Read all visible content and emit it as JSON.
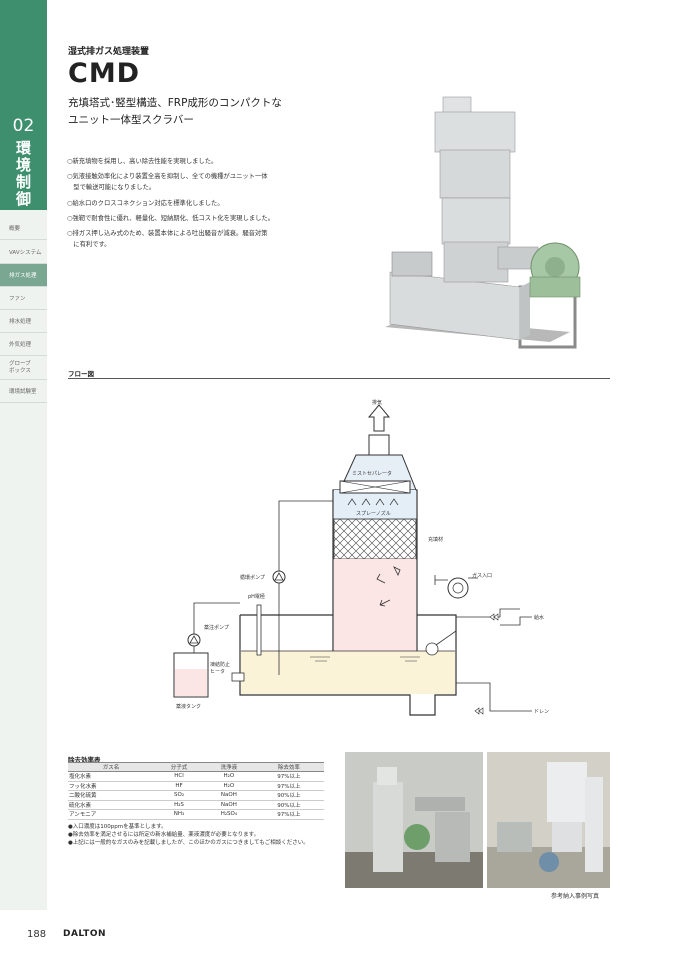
{
  "sidebar": {
    "number": "02",
    "title": [
      "環",
      "境",
      "制",
      "御"
    ],
    "items": [
      {
        "label": "概要"
      },
      {
        "label": "VAVシステム"
      },
      {
        "label": "排ガス処理"
      },
      {
        "label": "ファン"
      },
      {
        "label": "排水処理"
      },
      {
        "label": "外気処理"
      },
      {
        "label": "グローブ"
      },
      {
        "label": "ボックス"
      },
      {
        "label": "環境試験室"
      }
    ]
  },
  "header": {
    "subtitle": "湿式排ガス処理装置",
    "model": "CMD",
    "tagline_1": "充填塔式･竪型構造、FRP成形のコンパクトな",
    "tagline_2": "ユニット一体型スクラバー"
  },
  "features": [
    "○新充填物を採用し、高い除去性能を実現しました。",
    "○気液接触効率化により装置全高を抑制し、全ての機種がユニット一体",
    "　型で輸送可能になりました。",
    "○給水口のクロスコネクション対応を標準化しました。",
    "○強靭で耐食性に優れ、軽量化、短納期化、低コスト化を実現しました。",
    "○排ガス押し込み式のため、装置本体による吐出騒音が減衰。騒音対策",
    "　に有利です。"
  ],
  "flow": {
    "section_title": "フロー図",
    "labels": {
      "exhaust": "排気",
      "mist_separator": "ミストセパレータ",
      "spray_nozzle": "スプレーノズル",
      "packing": "充填材",
      "circ_pump": "循環ポンプ",
      "gas_inlet": "ガス入口",
      "ph_electrode": "pH電極",
      "chem_pump": "薬注ポンプ",
      "water_supply": "給水",
      "freeze_heater_1": "凍結防止",
      "freeze_heater_2": "ヒータ",
      "chem_tank": "薬液タンク",
      "drain": "ドレン"
    }
  },
  "efficiency": {
    "title": "除去効率表",
    "headers": [
      "ガス名",
      "分子式",
      "洗浄液",
      "除去効率"
    ],
    "rows": [
      [
        "塩化水素",
        "HCl",
        "H₂O",
        "97%以上"
      ],
      [
        "フッ化水素",
        "HF",
        "H₂O",
        "97%以上"
      ],
      [
        "二酸化硫黄",
        "SO₂",
        "NaOH",
        "90%以上"
      ],
      [
        "硫化水素",
        "H₂S",
        "NaOH",
        "90%以上"
      ],
      [
        "アンモニア",
        "NH₃",
        "H₂SO₄",
        "97%以上"
      ]
    ],
    "notes": [
      "●入口濃度は100ppmを基準とします。",
      "●除去効率を満足させるには所定の新水補給量、薬液濃度が必要となります。",
      "●上記には一般的なガスのみを記載しましたが、このほかのガスにつきましてもご相談ください。"
    ]
  },
  "photo_caption": "参考納入事例写真",
  "footer": {
    "page_number": "188",
    "brand": "DALTON"
  }
}
